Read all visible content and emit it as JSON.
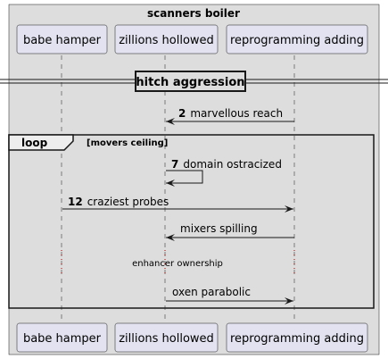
{
  "diagram": {
    "box_title": "scanners boiler",
    "participants": [
      {
        "label": "babe hamper"
      },
      {
        "label": "zillions hollowed"
      },
      {
        "label": "reprogramming adding"
      }
    ],
    "divider": {
      "label": "hitch aggression"
    },
    "loop": {
      "keyword": "loop",
      "condition": "[movers ceiling]"
    },
    "messages": [
      {
        "number": "2",
        "text": "marvellous reach"
      },
      {
        "number": "7",
        "text": "domain ostracized"
      },
      {
        "number": "12",
        "text": "craziest probes"
      },
      {
        "number": "",
        "text": "mixers spilling"
      },
      {
        "number": "",
        "text": "oxen parabolic"
      }
    ],
    "delay": {
      "label": "enhancer ownership"
    },
    "colors": {
      "box_fill": "#dddddd",
      "participant_fill": "#e2e2f0",
      "participant_stroke": "#181818",
      "line": "#181818",
      "lifeline": "#181818",
      "delay": "#aa0000"
    }
  }
}
